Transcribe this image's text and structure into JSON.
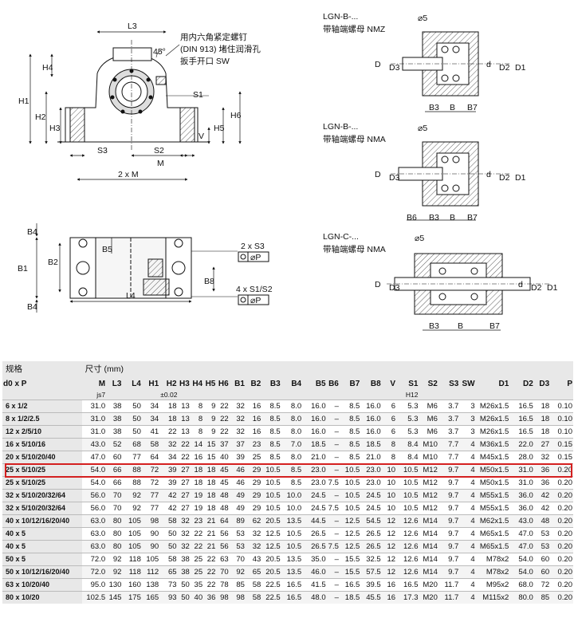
{
  "annotations": {
    "screw_note_1": "用内六角紧定螺钉",
    "screw_note_2": "(DIN 913) 堵住润滑孔",
    "screw_note_3": "扳手开口 SW",
    "angle": "45°"
  },
  "variants": [
    {
      "code": "LGN-B-...",
      "desc": "带轴端螺母 NMZ"
    },
    {
      "code": "LGN-B-...",
      "desc": "带轴端螺母 NMA"
    },
    {
      "code": "LGN-C-...",
      "desc": "带轴端螺母 NMA"
    }
  ],
  "dim_labels": {
    "L3": "L3",
    "H4": "H4",
    "H1": "H1",
    "H2": "H2",
    "H3": "H3",
    "S1": "S1",
    "H6": "H6",
    "H5": "H5",
    "V": "V",
    "S3": "S3",
    "S2": "S2",
    "M": "M",
    "twoM": "2 x M",
    "B4": "B4",
    "B1": "B1",
    "B2": "B2",
    "B5": "B5",
    "B8": "B8",
    "L4": "L4",
    "holes1": "2 x S3",
    "holes2": "4 x S1/S2",
    "tol": "⌀P",
    "phi5": "⌀5",
    "D": "D",
    "D3": "D3",
    "d": "d",
    "D2": "D2",
    "D1": "D1",
    "B3": "B3",
    "B": "B",
    "B7": "B7",
    "B6": "B6"
  },
  "table": {
    "group_left": "规格",
    "group_right": "尺寸 (mm)",
    "columns": [
      "d0 x P",
      "M",
      "L3",
      "L4",
      "H1",
      "H2",
      "H3",
      "H4",
      "H5",
      "H6",
      "B1",
      "B2",
      "B3",
      "B4",
      "B5",
      "B6",
      "B7",
      "B8",
      "V",
      "S1",
      "S2",
      "S3",
      "SW",
      "D1",
      "D2",
      "D3",
      "P"
    ],
    "tolerances": {
      "M": "js7",
      "H2": "±0.02",
      "S1": "H12"
    },
    "highlight_row": 5,
    "rows": [
      [
        "6 x 1/2",
        "31.0",
        "38",
        "50",
        "34",
        "18",
        "13",
        "8",
        "9",
        "22",
        "32",
        "16",
        "8.5",
        "8.0",
        "16.0",
        "–",
        "8.5",
        "16.0",
        "6",
        "5.3",
        "M6",
        "3.7",
        "3",
        "M26x1.5",
        "16.5",
        "18",
        "0.10"
      ],
      [
        "8 x 1/2/2.5",
        "31.0",
        "38",
        "50",
        "34",
        "18",
        "13",
        "8",
        "9",
        "22",
        "32",
        "16",
        "8.5",
        "8.0",
        "16.0",
        "–",
        "8.5",
        "16.0",
        "6",
        "5.3",
        "M6",
        "3.7",
        "3",
        "M26x1.5",
        "16.5",
        "18",
        "0.10"
      ],
      [
        "12 x 2/5/10",
        "31.0",
        "38",
        "50",
        "41",
        "22",
        "13",
        "8",
        "9",
        "22",
        "32",
        "16",
        "8.5",
        "8.0",
        "16.0",
        "–",
        "8.5",
        "16.0",
        "6",
        "5.3",
        "M6",
        "3.7",
        "3",
        "M26x1.5",
        "16.5",
        "18",
        "0.10"
      ],
      [
        "16 x 5/10/16",
        "43.0",
        "52",
        "68",
        "58",
        "32",
        "22",
        "14",
        "15",
        "37",
        "37",
        "23",
        "8.5",
        "7.0",
        "18.5",
        "–",
        "8.5",
        "18.5",
        "8",
        "8.4",
        "M10",
        "7.7",
        "4",
        "M36x1.5",
        "22.0",
        "27",
        "0.15"
      ],
      [
        "20 x 5/10/20/40",
        "47.0",
        "60",
        "77",
        "64",
        "34",
        "22",
        "16",
        "15",
        "40",
        "39",
        "25",
        "8.5",
        "8.0",
        "21.0",
        "–",
        "8.5",
        "21.0",
        "8",
        "8.4",
        "M10",
        "7.7",
        "4",
        "M45x1.5",
        "28.0",
        "32",
        "0.15"
      ],
      [
        "25 x 5/10/25",
        "54.0",
        "66",
        "88",
        "72",
        "39",
        "27",
        "18",
        "18",
        "45",
        "46",
        "29",
        "10.5",
        "8.5",
        "23.0",
        "–",
        "10.5",
        "23.0",
        "10",
        "10.5",
        "M12",
        "9.7",
        "4",
        "M50x1.5",
        "31.0",
        "36",
        "0.20"
      ],
      [
        "25 x 5/10/25",
        "54.0",
        "66",
        "88",
        "72",
        "39",
        "27",
        "18",
        "18",
        "45",
        "46",
        "29",
        "10.5",
        "8.5",
        "23.0",
        "7.5",
        "10.5",
        "23.0",
        "10",
        "10.5",
        "M12",
        "9.7",
        "4",
        "M50x1.5",
        "31.0",
        "36",
        "0.20"
      ],
      [
        "32 x 5/10/20/32/64",
        "56.0",
        "70",
        "92",
        "77",
        "42",
        "27",
        "19",
        "18",
        "48",
        "49",
        "29",
        "10.5",
        "10.0",
        "24.5",
        "–",
        "10.5",
        "24.5",
        "10",
        "10.5",
        "M12",
        "9.7",
        "4",
        "M55x1.5",
        "36.0",
        "42",
        "0.20"
      ],
      [
        "32 x 5/10/20/32/64",
        "56.0",
        "70",
        "92",
        "77",
        "42",
        "27",
        "19",
        "18",
        "48",
        "49",
        "29",
        "10.5",
        "10.0",
        "24.5",
        "7.5",
        "10.5",
        "24.5",
        "10",
        "10.5",
        "M12",
        "9.7",
        "4",
        "M55x1.5",
        "36.0",
        "42",
        "0.20"
      ],
      [
        "40 x 10/12/16/20/40",
        "63.0",
        "80",
        "105",
        "98",
        "58",
        "32",
        "23",
        "21",
        "64",
        "89",
        "62",
        "20.5",
        "13.5",
        "44.5",
        "–",
        "12.5",
        "54.5",
        "12",
        "12.6",
        "M14",
        "9.7",
        "4",
        "M62x1.5",
        "43.0",
        "48",
        "0.20"
      ],
      [
        "40 x 5",
        "63.0",
        "80",
        "105",
        "90",
        "50",
        "32",
        "22",
        "21",
        "56",
        "53",
        "32",
        "12.5",
        "10.5",
        "26.5",
        "–",
        "12.5",
        "26.5",
        "12",
        "12.6",
        "M14",
        "9.7",
        "4",
        "M65x1.5",
        "47.0",
        "53",
        "0.20"
      ],
      [
        "40 x 5",
        "63.0",
        "80",
        "105",
        "90",
        "50",
        "32",
        "22",
        "21",
        "56",
        "53",
        "32",
        "12.5",
        "10.5",
        "26.5",
        "7.5",
        "12.5",
        "26.5",
        "12",
        "12.6",
        "M14",
        "9.7",
        "4",
        "M65x1.5",
        "47.0",
        "53",
        "0.20"
      ],
      [
        "50 x 5",
        "72.0",
        "92",
        "118",
        "105",
        "58",
        "38",
        "25",
        "22",
        "63",
        "70",
        "43",
        "20.5",
        "13.5",
        "35.0",
        "–",
        "15.5",
        "32.5",
        "12",
        "12.6",
        "M14",
        "9.7",
        "4",
        "M78x2",
        "54.0",
        "60",
        "0.20"
      ],
      [
        "50 x 10/12/16/20/40",
        "72.0",
        "92",
        "118",
        "112",
        "65",
        "38",
        "25",
        "22",
        "70",
        "92",
        "65",
        "20.5",
        "13.5",
        "46.0",
        "–",
        "15.5",
        "57.5",
        "12",
        "12.6",
        "M14",
        "9.7",
        "4",
        "M78x2",
        "54.0",
        "60",
        "0.20"
      ],
      [
        "63 x 10/20/40",
        "95.0",
        "130",
        "160",
        "138",
        "73",
        "50",
        "35",
        "22",
        "78",
        "85",
        "58",
        "22.5",
        "16.5",
        "41.5",
        "–",
        "16.5",
        "39.5",
        "16",
        "16.5",
        "M20",
        "11.7",
        "4",
        "M95x2",
        "68.0",
        "72",
        "0.20"
      ],
      [
        "80 x 10/20",
        "102.5",
        "145",
        "175",
        "165",
        "93",
        "50",
        "40",
        "36",
        "98",
        "98",
        "58",
        "22.5",
        "16.5",
        "48.0",
        "–",
        "18.5",
        "45.5",
        "16",
        "17.3",
        "M20",
        "11.7",
        "4",
        "M115x2",
        "80.0",
        "85",
        "0.20"
      ]
    ]
  }
}
